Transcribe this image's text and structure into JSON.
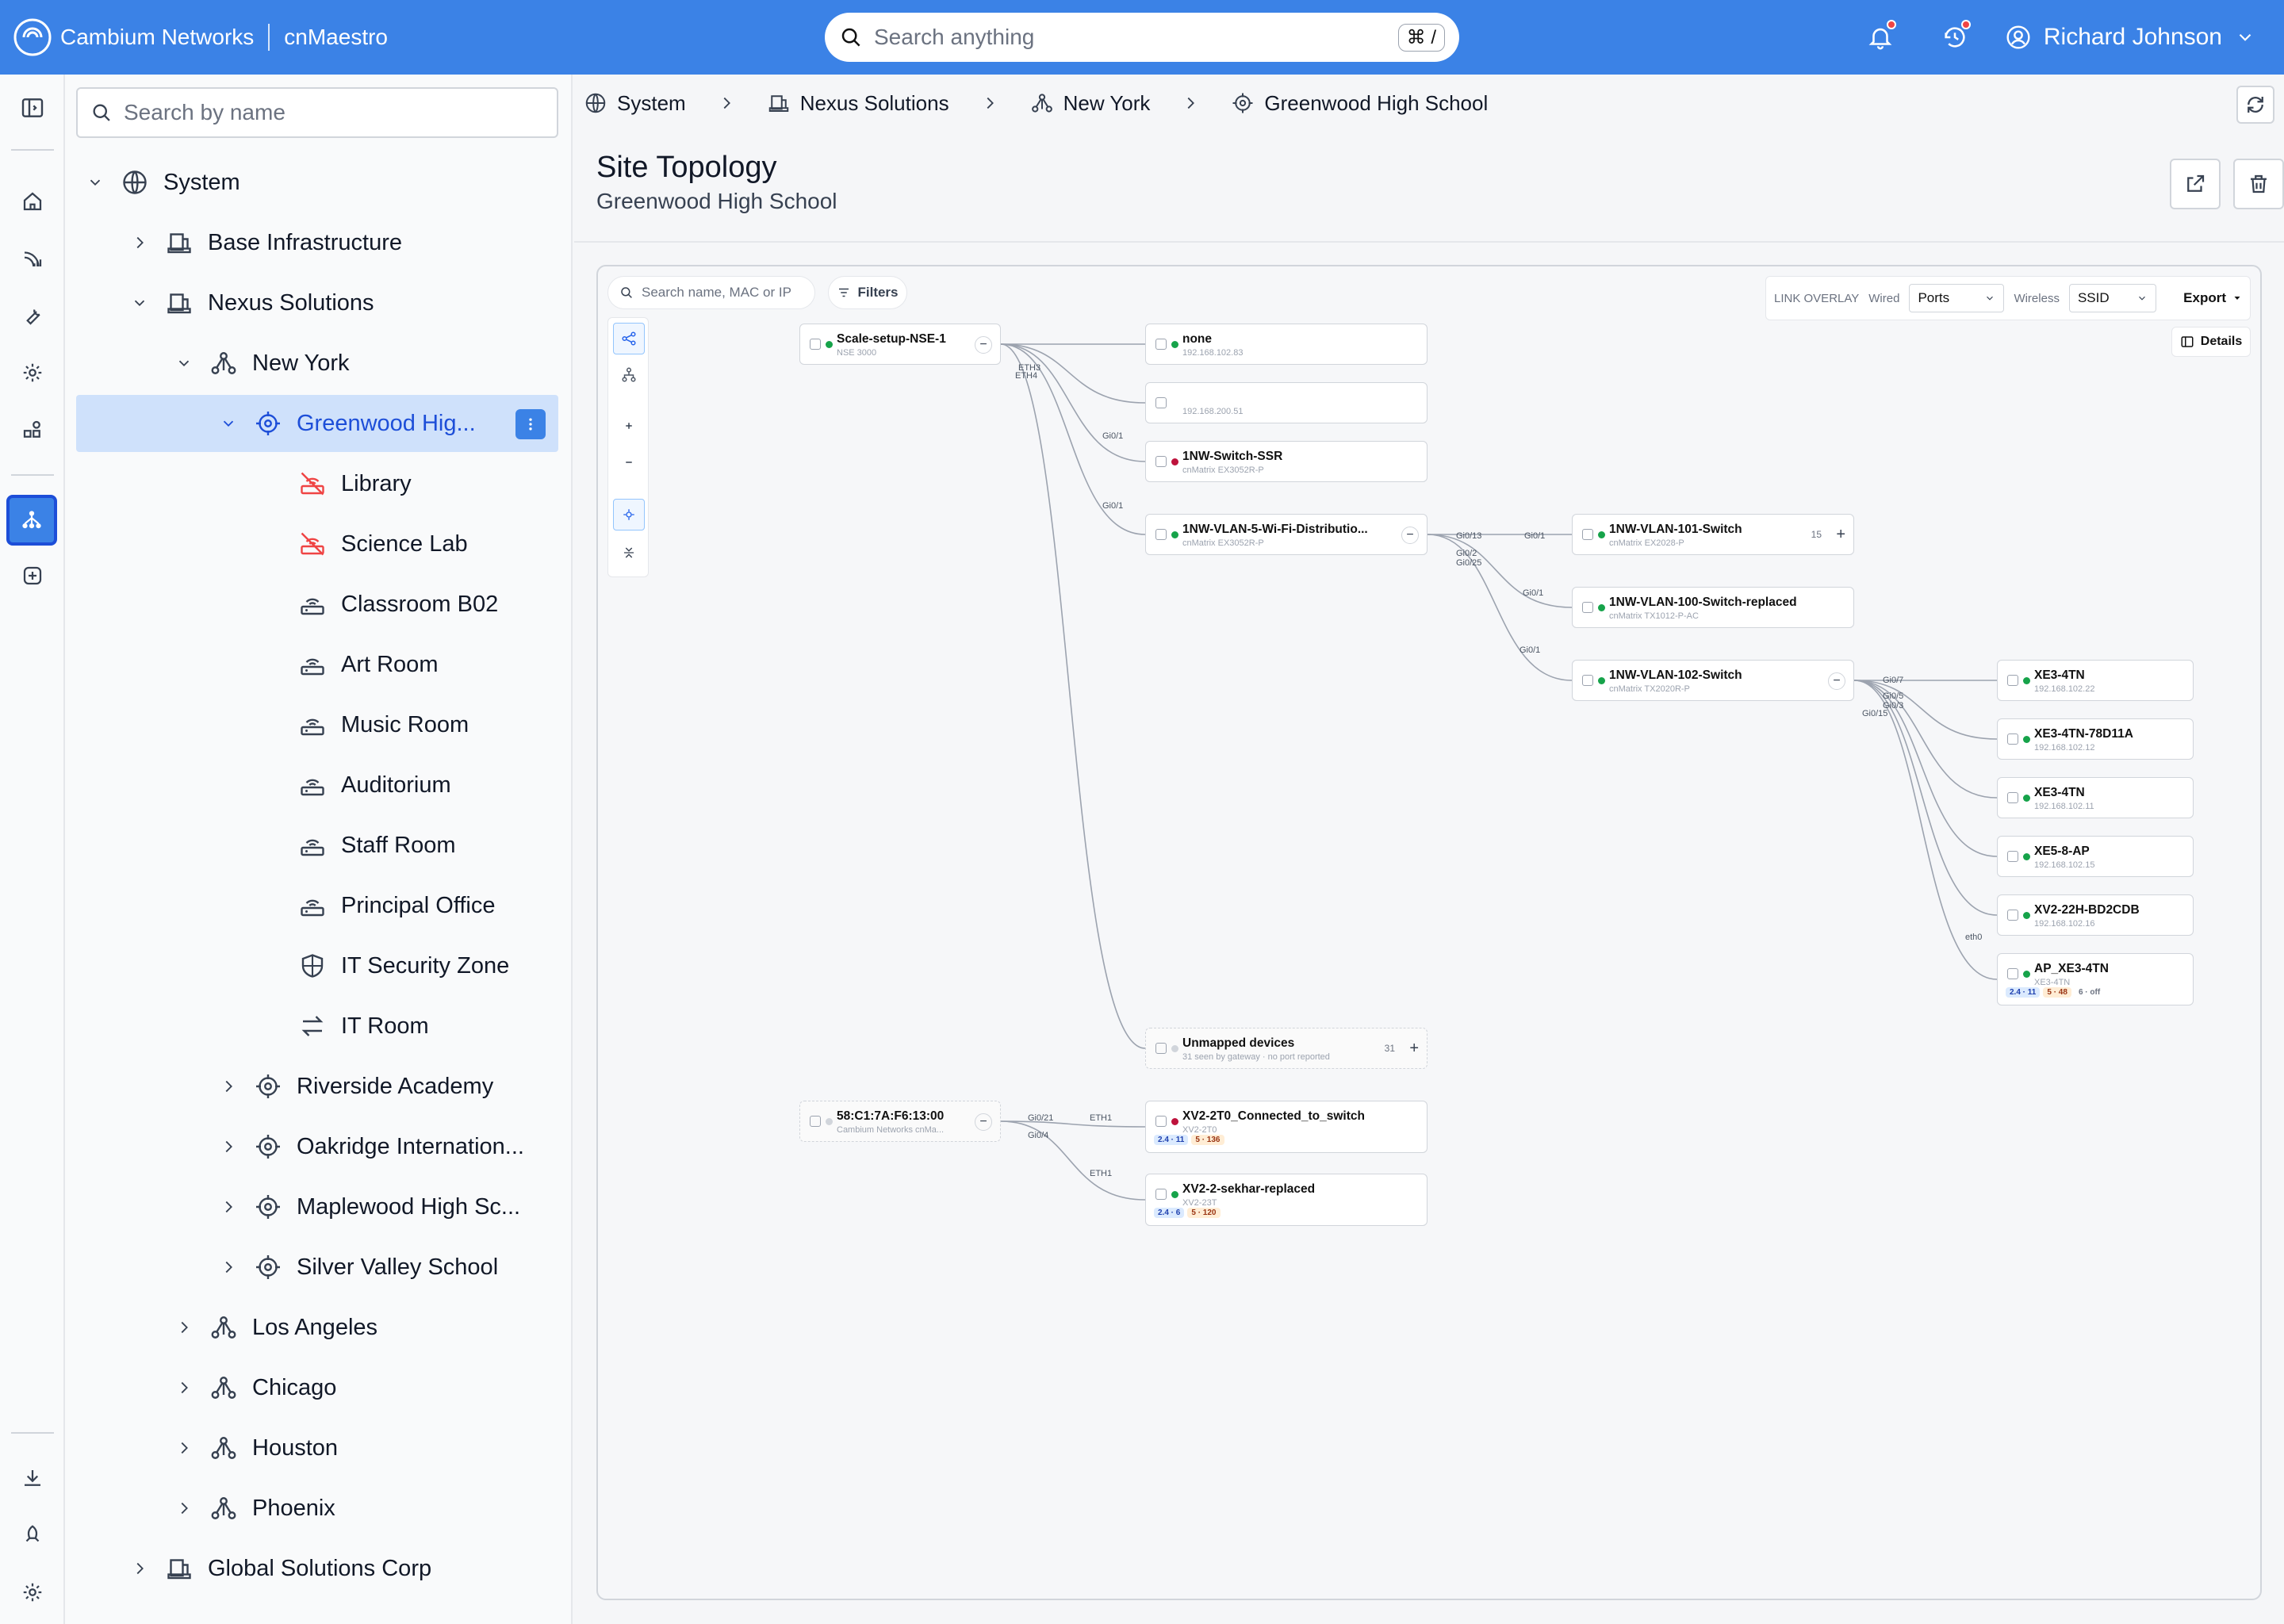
{
  "app": {
    "brand": "Cambium Networks",
    "product": "cnMaestro"
  },
  "search": {
    "placeholder": "Search anything",
    "shortcut": "⌘ /"
  },
  "user": {
    "name": "Richard Johnson"
  },
  "tree": {
    "search_placeholder": "Search by name",
    "items": [
      {
        "label": "System"
      },
      {
        "label": "Base Infrastructure"
      },
      {
        "label": "Nexus Solutions"
      },
      {
        "label": "New York"
      },
      {
        "label": "Greenwood Hig..."
      },
      {
        "label": "Library"
      },
      {
        "label": "Science Lab"
      },
      {
        "label": "Classroom B02"
      },
      {
        "label": "Art Room"
      },
      {
        "label": "Music Room"
      },
      {
        "label": "Auditorium"
      },
      {
        "label": "Staff Room"
      },
      {
        "label": "Principal Office"
      },
      {
        "label": "IT Security Zone"
      },
      {
        "label": "IT Room"
      },
      {
        "label": "Riverside Academy"
      },
      {
        "label": "Oakridge Internation..."
      },
      {
        "label": "Maplewood High Sc..."
      },
      {
        "label": "Silver Valley School"
      },
      {
        "label": "Los Angeles"
      },
      {
        "label": "Chicago"
      },
      {
        "label": "Houston"
      },
      {
        "label": "Phoenix"
      },
      {
        "label": "Global Solutions Corp"
      }
    ]
  },
  "breadcrumb": [
    "System",
    "Nexus Solutions",
    "New York",
    "Greenwood High School"
  ],
  "page": {
    "title": "Site Topology",
    "subtitle": "Greenwood High School"
  },
  "topology": {
    "search_placeholder": "Search name, MAC or IP",
    "filters_label": "Filters",
    "overlay_label": "LINK OVERLAY",
    "wired_label": "Wired",
    "wired_value": "Ports",
    "wireless_label": "Wireless",
    "wireless_value": "SSID",
    "export_label": "Export",
    "details_label": "Details",
    "nodes": [
      {
        "name": "Scale-setup-NSE-1",
        "sub": "NSE 3000"
      },
      {
        "name": "none",
        "sub": "192.168.102.83"
      },
      {
        "name": "",
        "sub": "192.168.200.51"
      },
      {
        "name": "1NW-Switch-SSR",
        "sub": "cnMatrix EX3052R-P"
      },
      {
        "name": "1NW-VLAN-5-Wi-Fi-Distributio...",
        "sub": "cnMatrix EX3052R-P"
      },
      {
        "name": "1NW-VLAN-101-Switch",
        "sub": "cnMatrix EX2028-P",
        "count": "15"
      },
      {
        "name": "1NW-VLAN-100-Switch-replaced",
        "sub": "cnMatrix TX1012-P-AC"
      },
      {
        "name": "1NW-VLAN-102-Switch",
        "sub": "cnMatrix TX2020R-P"
      },
      {
        "name": "XE3-4TN",
        "sub": "192.168.102.22"
      },
      {
        "name": "XE3-4TN-78D11A",
        "sub": "192.168.102.12"
      },
      {
        "name": "XE3-4TN",
        "sub": "192.168.102.11"
      },
      {
        "name": "XE5-8-AP",
        "sub": "192.168.102.15"
      },
      {
        "name": "XV2-22H-BD2CDB",
        "sub": "192.168.102.16"
      },
      {
        "name": "AP_XE3-4TN",
        "sub": "XE3-4TN",
        "b1": "2.4 · 11",
        "b2": "5 · 48",
        "b3": "6 · off"
      },
      {
        "name": "Unmapped devices",
        "sub": "31 seen by gateway · no port reported",
        "count": "31"
      },
      {
        "name": "58:C1:7A:F6:13:00",
        "sub": "Cambium Networks cnMa..."
      },
      {
        "name": "XV2-2T0_Connected_to_switch",
        "sub": "XV2-2T0",
        "b1": "2.4 · 11",
        "b2": "5 · 136"
      },
      {
        "name": "XV2-2-sekhar-replaced",
        "sub": "XV2-23T",
        "b1": "2.4 · 6",
        "b2": "5 · 120"
      }
    ],
    "ports": {
      "eth3": "ETH3",
      "eth4": "ETH4",
      "gi01a": "Gi0/1",
      "gi01b": "Gi0/1",
      "gi013": "Gi0/13",
      "gi01c": "Gi0/1",
      "gi02": "Gi0/2",
      "gi025": "Gi0/25",
      "gi01d": "Gi0/1",
      "gi01e": "Gi0/1",
      "gi07": "Gi0/7",
      "gi05": "Gi0/5",
      "gi03": "Gi0/3",
      "gi015": "Gi0/15",
      "eth0": "eth0",
      "gi021": "Gi0/21",
      "gi04": "Gi0/4",
      "eth1a": "ETH1",
      "eth1b": "ETH1"
    }
  }
}
